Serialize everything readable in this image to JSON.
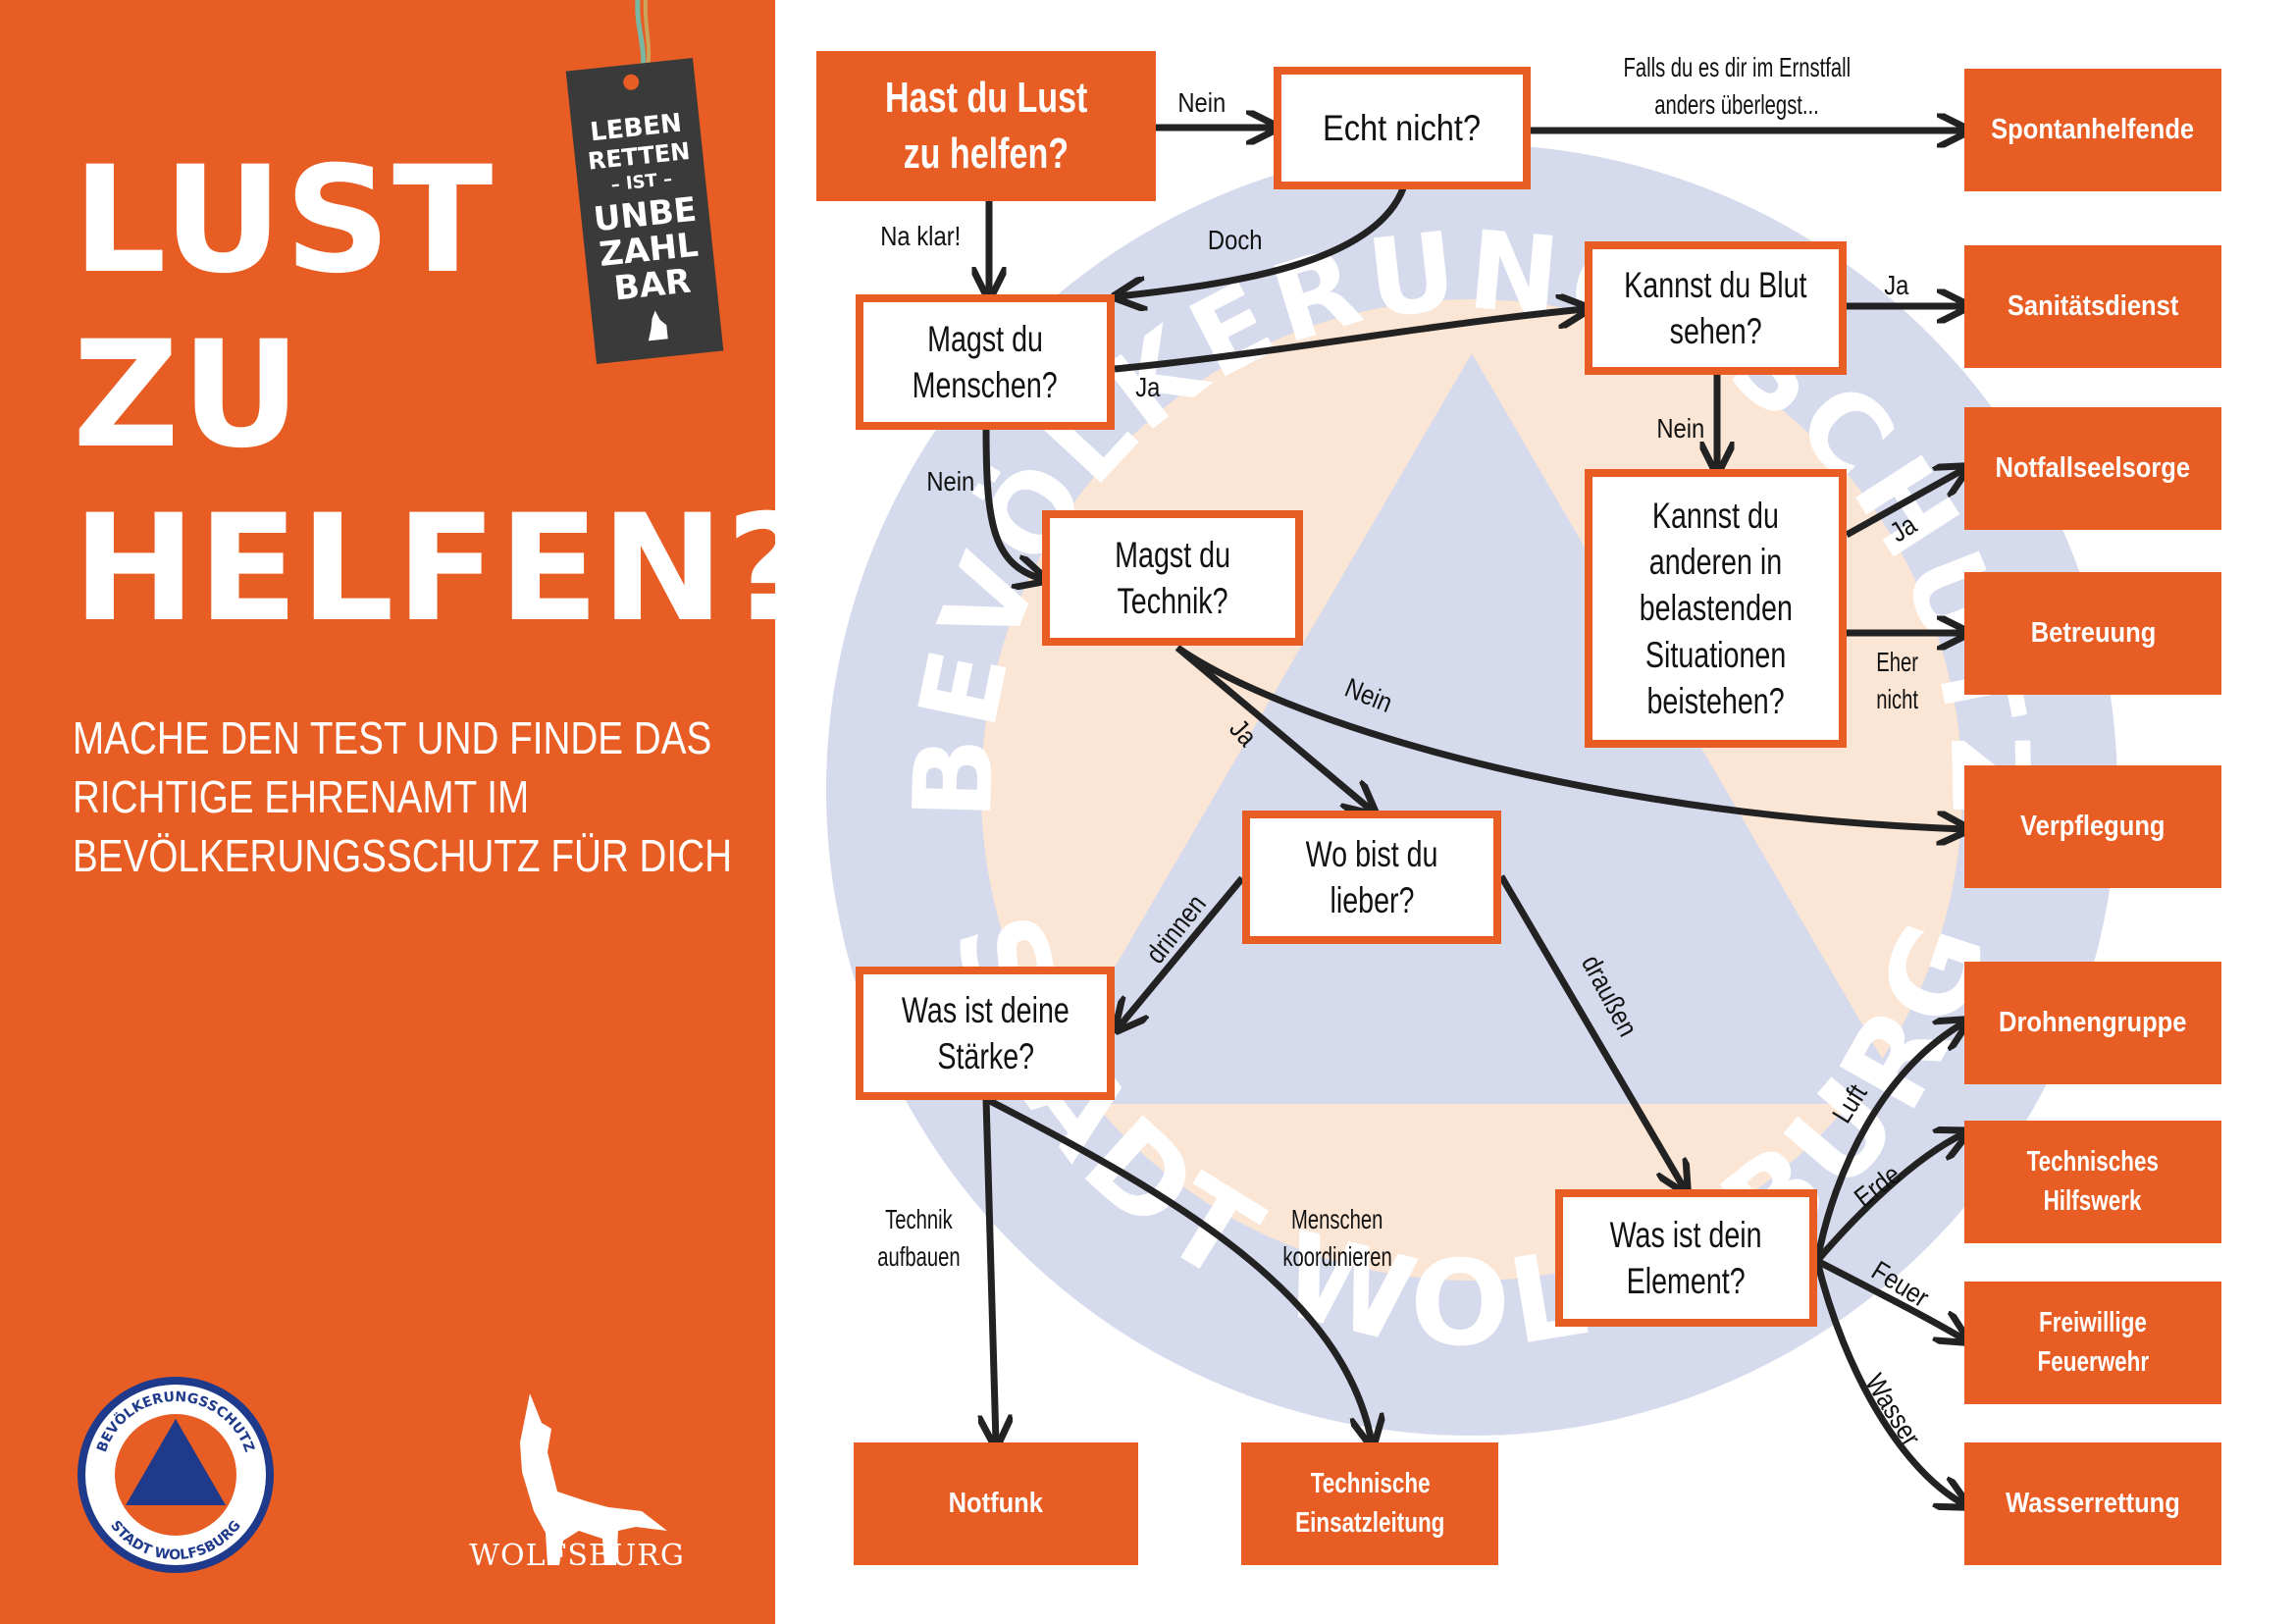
{
  "left": {
    "headline": [
      "LUST",
      "ZU",
      "HELFEN?"
    ],
    "subtitle": [
      "MACHE DEN TEST UND FINDE DAS",
      "RICHTIGE EHRENAMT IM",
      "BEVÖLKERUNGSSCHUTZ FÜR DICH"
    ],
    "tag": [
      "LEBEN",
      "RETTEN",
      "– IST –",
      "UNBE",
      "ZAHL",
      "BAR"
    ],
    "seal_top": "BEVÖLKERUNGSSCHUTZ",
    "seal_bottom": "STADT WOLFSBURG",
    "city": "WOLFSBURG"
  },
  "watermark": {
    "top": "BEVÖLKERUNGSSCHUTZ",
    "bottom": "STADT WOLFSBURG"
  },
  "colors": {
    "accent": "#e85d23",
    "watermark_blue": "#d5daec",
    "watermark_peach": "#fbe5d4"
  },
  "nodes": {
    "start": [
      "Hast du Lust",
      "zu helfen?"
    ],
    "echt": [
      "Echt nicht?"
    ],
    "menschen": [
      "Magst du",
      "Menschen?"
    ],
    "blut": [
      "Kannst du Blut",
      "sehen?"
    ],
    "beistehen": [
      "Kannst du",
      "anderen in",
      "belastenden",
      "Situationen",
      "beistehen?"
    ],
    "technik": [
      "Magst du",
      "Technik?"
    ],
    "wo": [
      "Wo bist du",
      "lieber?"
    ],
    "staerke": [
      "Was ist deine",
      "Stärke?"
    ],
    "element": [
      "Was ist dein",
      "Element?"
    ]
  },
  "results": {
    "spontan": [
      "Spontanhelfende"
    ],
    "sanitaet": [
      "Sanitätsdienst"
    ],
    "seelsorge": [
      "Notfallseelsorge"
    ],
    "betreuung": [
      "Betreuung"
    ],
    "verpflegung": [
      "Verpflegung"
    ],
    "drohnen": [
      "Drohnengruppe"
    ],
    "thw": [
      "Technisches",
      "Hilfswerk"
    ],
    "feuerwehr": [
      "Freiwillige",
      "Feuerwehr"
    ],
    "wasser": [
      "Wasserrettung"
    ],
    "notfunk": [
      "Notfunk"
    ],
    "einsatz": [
      "Technische",
      "Einsatzleitung"
    ]
  },
  "labels": {
    "nein1": "Nein",
    "falls": [
      "Falls du es dir im Ernstfall",
      "anders überlegst..."
    ],
    "naklar": "Na klar!",
    "doch": "Doch",
    "ja1": "Ja",
    "ja_blut": "Ja",
    "nein_blut": "Nein",
    "nein_menschen": "Nein",
    "ja_beistehen": "Ja",
    "ehernicht": [
      "Eher",
      "nicht"
    ],
    "nein_technik": "Nein",
    "ja_technik": "Ja",
    "drinnen": "drinnen",
    "draussen": "draußen",
    "technik_aufbauen": [
      "Technik",
      "aufbauen"
    ],
    "menschen_koordinieren": [
      "Menschen",
      "koordinieren"
    ],
    "luft": "Luft",
    "erde": "Erde",
    "feuer": "Feuer",
    "wasser": "Wasser"
  }
}
